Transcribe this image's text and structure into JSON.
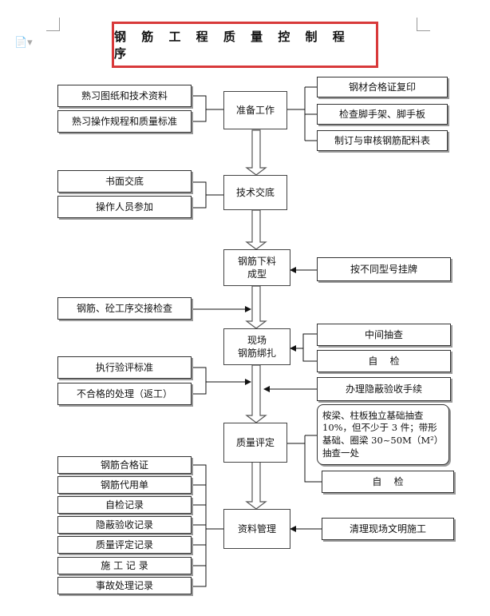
{
  "title": "钢 筋 工 程 质 量 控 制 程 序",
  "main_nodes": {
    "prep": "准备工作",
    "tech": "技术交底",
    "cut": "钢筋下料\n成型",
    "bind": "现场\n钢筋绑扎",
    "eval": "质量评定",
    "docs": "资料管理"
  },
  "left_items": {
    "prep": [
      "熟习图纸和技术资料",
      "熟习操作规程和质量标准"
    ],
    "tech": [
      "书面交底",
      "操作人员参加"
    ],
    "cut": [
      "钢筋、砼工序交接检查"
    ],
    "bind": [
      "执行验评标准",
      "不合格的处理（返工）"
    ],
    "docs": [
      "钢筋合格证",
      "钢筋代用单",
      "自检记录",
      "隐蔽验收记录",
      "质量评定记录",
      "施 工 记 录",
      "事故处理记录"
    ]
  },
  "right_items": {
    "prep": [
      "钢材合格证复印",
      "检查脚手架、脚手板",
      "制订与审核钢筋配料表"
    ],
    "cut": [
      "按不同型号挂牌"
    ],
    "bind": [
      "中间抽查",
      "自    检",
      "办理隐蔽验收手续"
    ],
    "eval": [
      "桉梁、柱板独立基础抽查10%，但不少于 3 件；带形基础、圈梁 30~50M（M²）抽查一处",
      "自    检"
    ],
    "docs": [
      "清理现场文明施工"
    ]
  }
}
